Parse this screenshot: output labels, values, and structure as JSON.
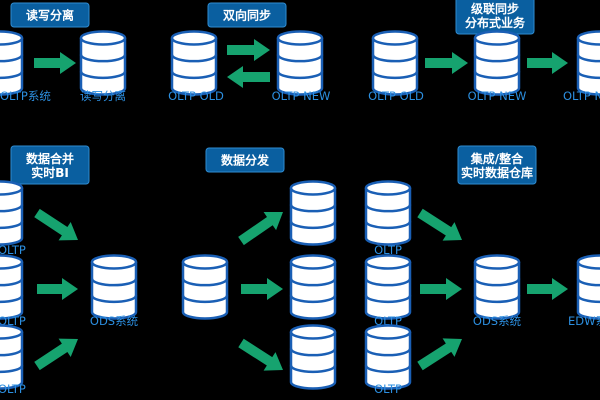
{
  "colors": {
    "background": "#000000",
    "badge_fill": "#0a5fa0",
    "badge_border": "#2f8bd0",
    "badge_text": "#ffffff",
    "arrow": "#16a36f",
    "db_stroke": "#1a5fb5",
    "db_fill": "#ffffff",
    "label_text": "#2c8fe0"
  },
  "icons": {
    "database": "database-icon",
    "arrow": "arrow-icon"
  },
  "panels": [
    {
      "id": "read-write-split",
      "title": [
        "读写分离"
      ],
      "nodes": [
        {
          "id": "src",
          "label": "OLTP系统"
        },
        {
          "id": "dst",
          "label": "读写分离"
        }
      ],
      "edges": [
        [
          "src",
          "dst"
        ]
      ]
    },
    {
      "id": "bidirectional-sync",
      "title": [
        "双向同步"
      ],
      "nodes": [
        {
          "id": "old",
          "label": "OLTP OLD"
        },
        {
          "id": "new",
          "label": "OLTP NEW"
        }
      ],
      "edges": [
        [
          "old",
          "new"
        ],
        [
          "new",
          "old"
        ]
      ]
    },
    {
      "id": "cascade-sync",
      "title": [
        "级联同步",
        "分布式业务"
      ],
      "nodes": [
        {
          "id": "old",
          "label": "OLTP OLD"
        },
        {
          "id": "new",
          "label": "OLTP NEW"
        },
        {
          "id": "third",
          "label": "OLTP NEW"
        }
      ],
      "edges": [
        [
          "old",
          "new"
        ],
        [
          "new",
          "third"
        ]
      ]
    },
    {
      "id": "data-merge",
      "title": [
        "数据合并",
        "实时BI"
      ],
      "nodes": [
        {
          "id": "s1",
          "label": "OLTP"
        },
        {
          "id": "s2",
          "label": "OLTP"
        },
        {
          "id": "s3",
          "label": "OLTP"
        },
        {
          "id": "ods",
          "label": "ODS系统"
        }
      ],
      "edges": [
        [
          "s1",
          "ods"
        ],
        [
          "s2",
          "ods"
        ],
        [
          "s3",
          "ods"
        ]
      ]
    },
    {
      "id": "data-distribution",
      "title": [
        "数据分发"
      ],
      "nodes": [
        {
          "id": "src",
          "label": ""
        },
        {
          "id": "t1",
          "label": ""
        },
        {
          "id": "t2",
          "label": ""
        },
        {
          "id": "t3",
          "label": ""
        }
      ],
      "edges": [
        [
          "src",
          "t1"
        ],
        [
          "src",
          "t2"
        ],
        [
          "src",
          "t3"
        ]
      ]
    },
    {
      "id": "integration",
      "title": [
        "集成/整合",
        "实时数据仓库"
      ],
      "nodes": [
        {
          "id": "s1",
          "label": "OLTP"
        },
        {
          "id": "s2",
          "label": "OLTP"
        },
        {
          "id": "s3",
          "label": "OLTP"
        },
        {
          "id": "ods",
          "label": "ODS系统"
        },
        {
          "id": "edw",
          "label": "EDW系统"
        }
      ],
      "edges": [
        [
          "s1",
          "ods"
        ],
        [
          "s2",
          "ods"
        ],
        [
          "s3",
          "ods"
        ],
        [
          "ods",
          "edw"
        ]
      ]
    }
  ]
}
